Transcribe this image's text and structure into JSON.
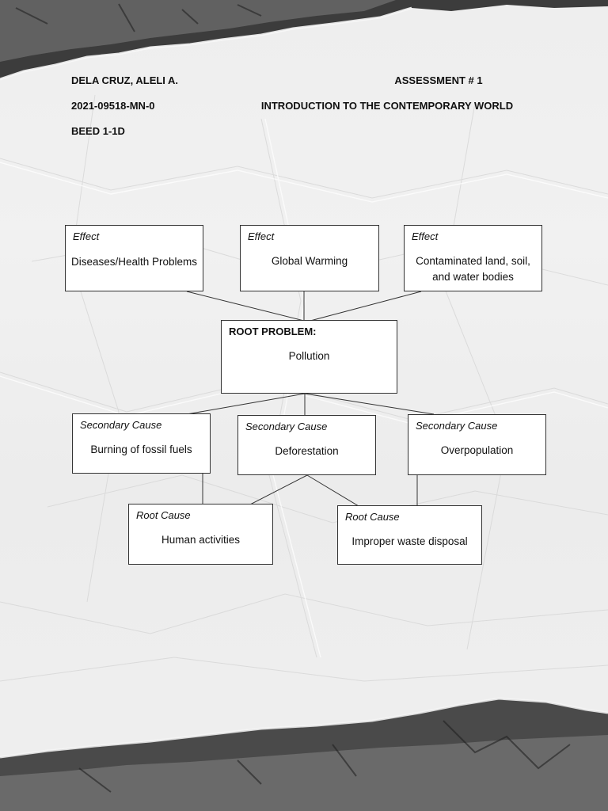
{
  "header": {
    "name": "DELA CRUZ, ALELI A.",
    "student_number": "2021-09518-MN-0",
    "section": "BEED 1-1D",
    "assessment": "ASSESSMENT # 1",
    "course": "INTRODUCTION TO THE CONTEMPORARY WORLD"
  },
  "diagram": {
    "effects": [
      {
        "label": "Effect",
        "text": "Diseases/Health Problems"
      },
      {
        "label": "Effect",
        "text": "Global Warming"
      },
      {
        "label": "Effect",
        "text": "Contaminated land, soil, and water bodies"
      }
    ],
    "root_problem": {
      "label": "ROOT PROBLEM:",
      "text": "Pollution"
    },
    "secondary_causes": [
      {
        "label": "Secondary Cause",
        "text": "Burning of fossil fuels"
      },
      {
        "label": "Secondary Cause",
        "text": "Deforestation"
      },
      {
        "label": "Secondary Cause",
        "text": "Overpopulation"
      }
    ],
    "root_causes": [
      {
        "label": "Root Cause",
        "text": "Human activities"
      },
      {
        "label": "Root Cause",
        "text": "Improper waste disposal"
      }
    ]
  }
}
